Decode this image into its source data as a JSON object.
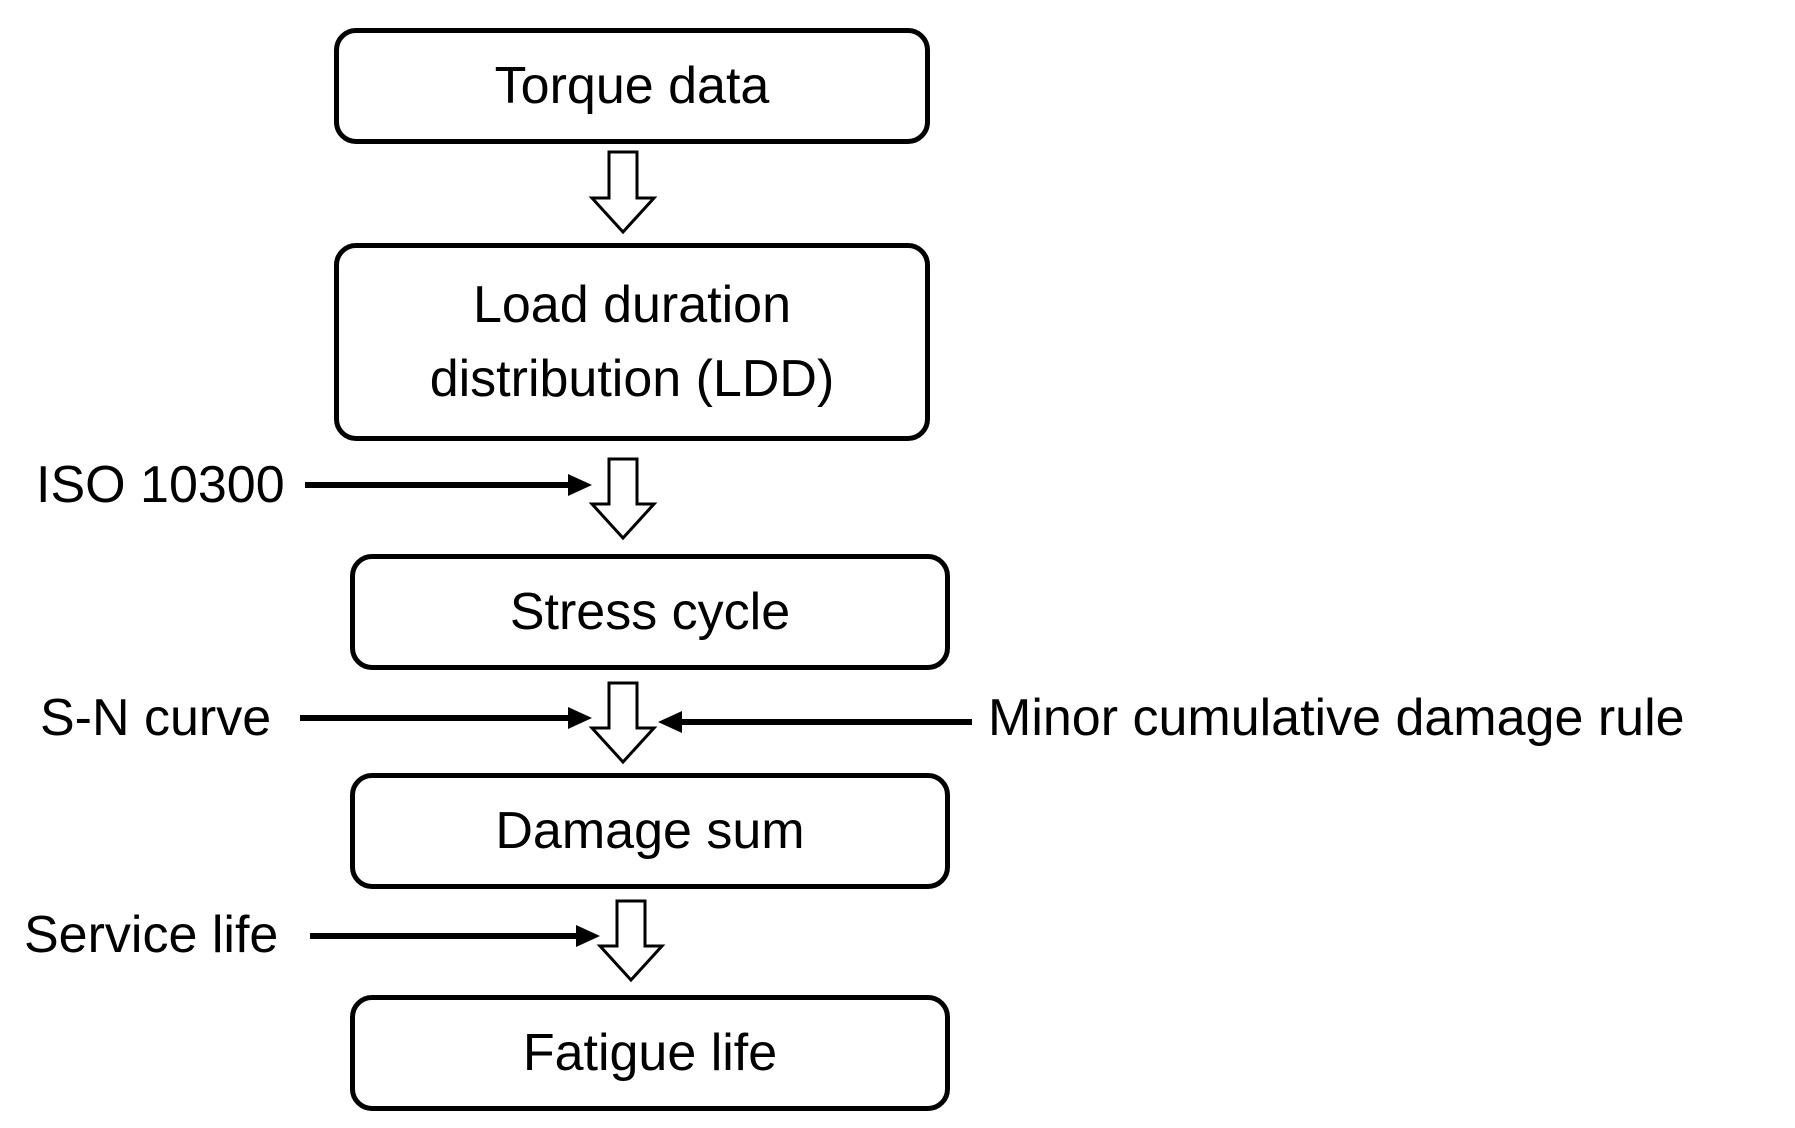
{
  "diagram": {
    "type": "flowchart",
    "steps": [
      {
        "id": "torque",
        "text": "Torque data"
      },
      {
        "id": "ldd",
        "line1": "Load duration",
        "line2": "distribution (LDD)"
      },
      {
        "id": "stress",
        "text": "Stress cycle"
      },
      {
        "id": "damage",
        "text": "Damage sum"
      },
      {
        "id": "fatigue",
        "text": "Fatigue life"
      }
    ],
    "inputs": [
      {
        "id": "iso",
        "text": "ISO 10300",
        "side": "left",
        "into": "ldd->stress"
      },
      {
        "id": "sn",
        "text": "S-N curve",
        "side": "left",
        "into": "stress->damage"
      },
      {
        "id": "miner",
        "text": "Minor cumulative damage rule",
        "side": "right",
        "into": "stress->damage"
      },
      {
        "id": "service",
        "text": "Service life",
        "side": "left",
        "into": "damage->fatigue"
      }
    ],
    "colors": {
      "stroke": "#000000",
      "fill": "#ffffff"
    }
  }
}
